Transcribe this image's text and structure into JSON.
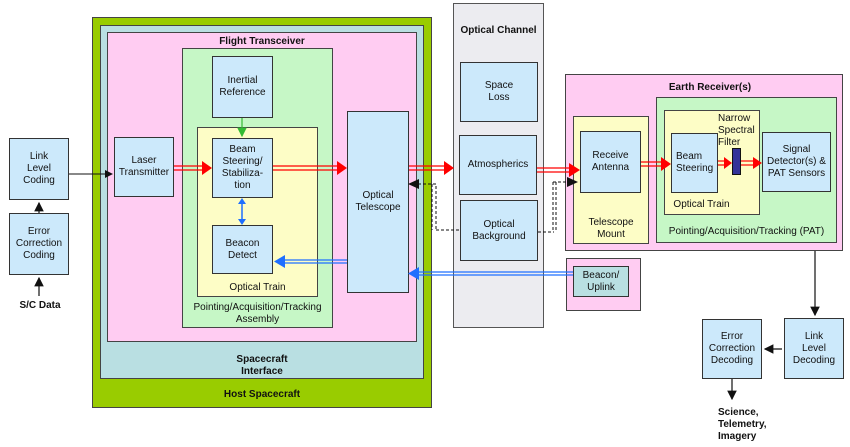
{
  "source": {
    "link_level_coding": "Link\nLevel\nCoding",
    "error_correction_coding": "Error\nCorrection\nCoding",
    "sc_data": "S/C Data"
  },
  "host_spacecraft": {
    "title": "Host Spacecraft",
    "spacecraft_interface": "Spacecraft\nInterface",
    "flight_transceiver": {
      "title": "Flight Transceiver",
      "laser_transmitter": "Laser\nTransmitter",
      "inertial_reference": "Inertial\nReference",
      "pat_assembly": "Pointing/Acquisition/Tracking\nAssembly",
      "optical_train": "Optical Train",
      "beam_steering": "Beam\nSteering/\nStabiliza-\ntion",
      "beacon_detect": "Beacon\nDetect",
      "optical_telescope": "Optical\nTelescope"
    }
  },
  "optical_channel": {
    "title": "Optical Channel",
    "space_loss": "Space\nLoss",
    "atmospherics": "Atmospherics",
    "optical_background": "Optical\nBackground"
  },
  "earth_receiver": {
    "title": "Earth Receiver(s)",
    "receive_antenna": "Receive\nAntenna",
    "telescope_mount": "Telescope\nMount",
    "optical_train": "Optical Train",
    "beam_steering": "Beam\nSteering",
    "narrow_filter": "Narrow\nSpectral\nFilter",
    "signal_detectors": "Signal\nDetector(s) &\nPAT Sensors",
    "pat": "Pointing/Acquisition/Tracking (PAT)"
  },
  "beacon_uplink": "Beacon/\nUplink",
  "sink": {
    "link_level_decoding": "Link\nLevel\nDecoding",
    "error_correction_decoding": "Error\nCorrection\nDecoding",
    "output": "Science,\nTelemetry,\nImagery"
  },
  "colors": {
    "host": "#99cc00",
    "interface": "#b9dfe2",
    "transceiver": "#ffccf2",
    "pat": "#c6f7c6",
    "optical_train": "#fdfdc6",
    "block": "#cce9fb",
    "signal_arrow": "#ff0000",
    "beacon_arrow": "#1e6fff",
    "attitude_arrow": "#33bb33",
    "filter": "#333399"
  }
}
